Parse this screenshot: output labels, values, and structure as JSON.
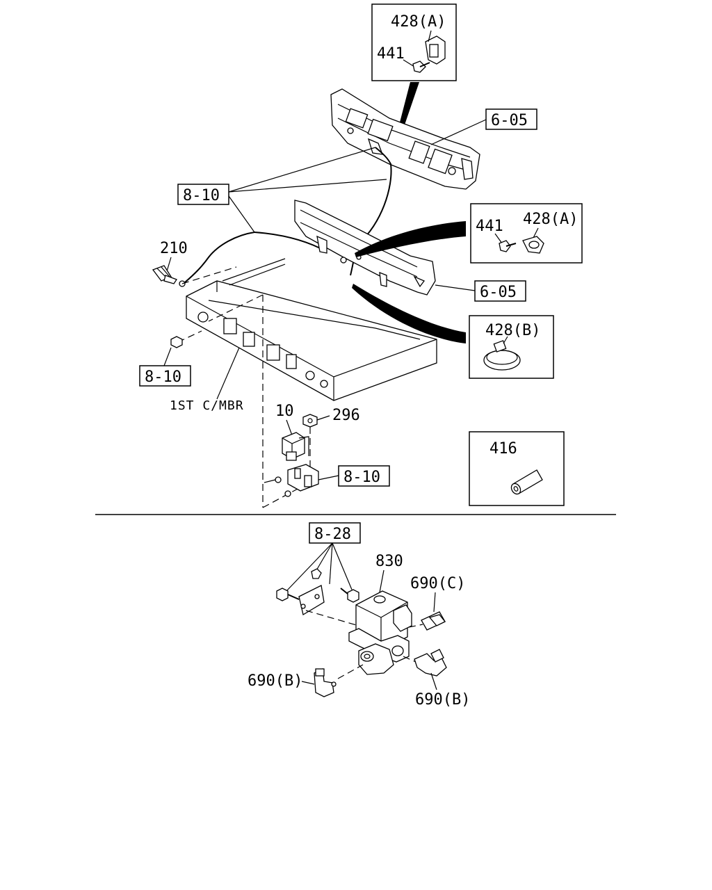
{
  "labels": {
    "p428a_top": "428(A)",
    "p441_top": "441",
    "ref605_top": "6-05",
    "ref810_left": "8-10",
    "p210": "210",
    "p441_right": "441",
    "p428a_right": "428(A)",
    "ref605_mid": "6-05",
    "p428b": "428(B)",
    "ref810_bottom_left": "8-10",
    "first_crossmember": "1ST C/MBR",
    "p10": "10",
    "p296": "296",
    "ref810_bottom": "8-10",
    "p416": "416",
    "ref828": "8-28",
    "p830": "830",
    "p690c": "690(C)",
    "p690b_left": "690(B)",
    "p690b_right": "690(B)"
  }
}
